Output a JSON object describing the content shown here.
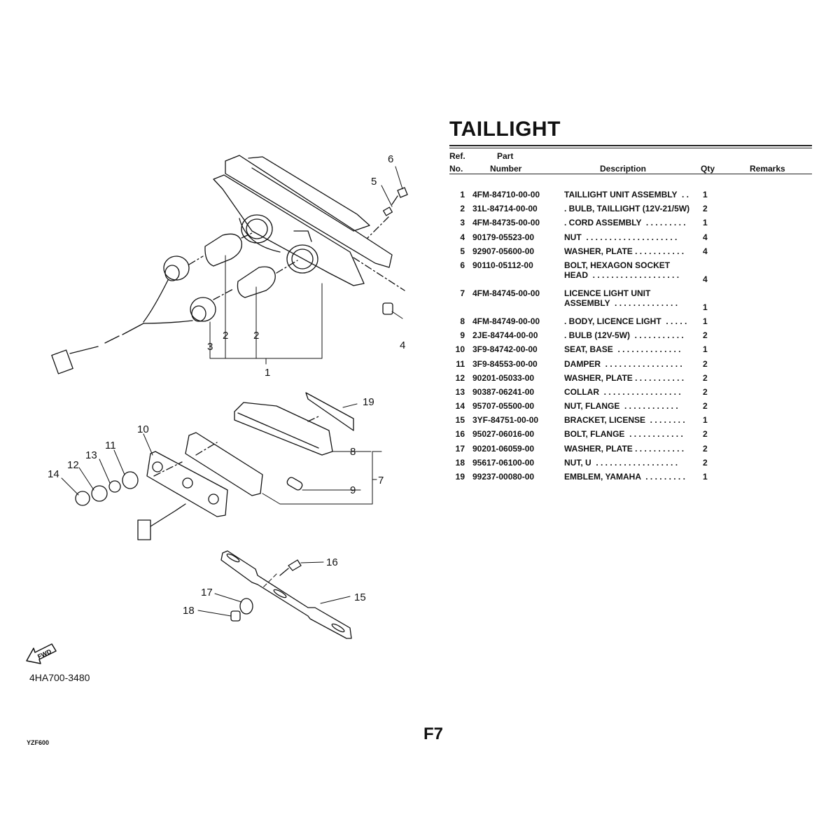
{
  "title": "TAILLIGHT",
  "table": {
    "headers": {
      "ref_line1": "Ref.",
      "ref_line2": "No.",
      "part_line1": "Part",
      "part_line2": "Number",
      "description": "Description",
      "qty": "Qty",
      "remarks": "Remarks"
    },
    "rows": [
      {
        "ref": "1",
        "part_number": "4FM-84710-00-00",
        "description": "TAILLIGHT UNIT ASSEMBLY  . .",
        "description_line2": "",
        "qty": "1",
        "remarks": ""
      },
      {
        "ref": "2",
        "part_number": "31L-84714-00-00",
        "description": ". BULB, TAILLIGHT (12V-21/5W)",
        "description_line2": "",
        "qty": "2",
        "remarks": ""
      },
      {
        "ref": "3",
        "part_number": "4FM-84735-00-00",
        "description": ". CORD ASSEMBLY  . . . . . . . . .",
        "description_line2": "",
        "qty": "1",
        "remarks": ""
      },
      {
        "ref": "4",
        "part_number": "90179-05523-00",
        "description": "NUT  . . . . . . . . . . . . . . . . . . . .",
        "description_line2": "",
        "qty": "4",
        "remarks": ""
      },
      {
        "ref": "5",
        "part_number": "92907-05600-00",
        "description": "WASHER, PLATE . . . . . . . . . . .",
        "description_line2": "",
        "qty": "4",
        "remarks": ""
      },
      {
        "ref": "6",
        "part_number": "90110-05112-00",
        "description": "BOLT, HEXAGON SOCKET",
        "description_line2": "HEAD  . . . . . . . . . . . . . . . . . . .",
        "qty": "4",
        "remarks": ""
      },
      {
        "ref": "7",
        "part_number": "4FM-84745-00-00",
        "description": "LICENCE LIGHT UNIT",
        "description_line2": "ASSEMBLY  . . . . . . . . . . . . . .",
        "qty": "1",
        "remarks": ""
      },
      {
        "ref": "8",
        "part_number": "4FM-84749-00-00",
        "description": ". BODY, LICENCE LIGHT  . . . . .",
        "description_line2": "",
        "qty": "1",
        "remarks": ""
      },
      {
        "ref": "9",
        "part_number": "2JE-84744-00-00",
        "description": ". BULB (12V-5W)  . . . . . . . . . . .",
        "description_line2": "",
        "qty": "2",
        "remarks": ""
      },
      {
        "ref": "10",
        "part_number": "3F9-84742-00-00",
        "description": "SEAT, BASE  . . . . . . . . . . . . . .",
        "description_line2": "",
        "qty": "1",
        "remarks": ""
      },
      {
        "ref": "11",
        "part_number": "3F9-84553-00-00",
        "description": "DAMPER  . . . . . . . . . . . . . . . . .",
        "description_line2": "",
        "qty": "2",
        "remarks": ""
      },
      {
        "ref": "12",
        "part_number": "90201-05033-00",
        "description": "WASHER, PLATE . . . . . . . . . . .",
        "description_line2": "",
        "qty": "2",
        "remarks": ""
      },
      {
        "ref": "13",
        "part_number": "90387-06241-00",
        "description": "COLLAR  . . . . . . . . . . . . . . . . .",
        "description_line2": "",
        "qty": "2",
        "remarks": ""
      },
      {
        "ref": "14",
        "part_number": "95707-05500-00",
        "description": "NUT, FLANGE  . . . . . . . . . . . .",
        "description_line2": "",
        "qty": "2",
        "remarks": ""
      },
      {
        "ref": "15",
        "part_number": "3YF-84751-00-00",
        "description": "BRACKET, LICENSE  . . . . . . . .",
        "description_line2": "",
        "qty": "1",
        "remarks": ""
      },
      {
        "ref": "16",
        "part_number": "95027-06016-00",
        "description": "BOLT, FLANGE  . . . . . . . . . . . .",
        "description_line2": "",
        "qty": "2",
        "remarks": ""
      },
      {
        "ref": "17",
        "part_number": "90201-06059-00",
        "description": "WASHER, PLATE . . . . . . . . . . .",
        "description_line2": "",
        "qty": "2",
        "remarks": ""
      },
      {
        "ref": "18",
        "part_number": "95617-06100-00",
        "description": "NUT, U  . . . . . . . . . . . . . . . . . .",
        "description_line2": "",
        "qty": "2",
        "remarks": ""
      },
      {
        "ref": "19",
        "part_number": "99237-00080-00",
        "description": "EMBLEM, YAMAHA  . . . . . . . . .",
        "description_line2": "",
        "qty": "1",
        "remarks": ""
      }
    ]
  },
  "diagram": {
    "callouts": [
      "1",
      "2",
      "2",
      "3",
      "4",
      "5",
      "6",
      "7",
      "8",
      "9",
      "10",
      "11",
      "12",
      "13",
      "14",
      "15",
      "16",
      "17",
      "18",
      "19"
    ],
    "fwd_label": "FWD",
    "figure_code": "4HA700-3480"
  },
  "footer": {
    "model": "YZF600",
    "page": "F7"
  }
}
